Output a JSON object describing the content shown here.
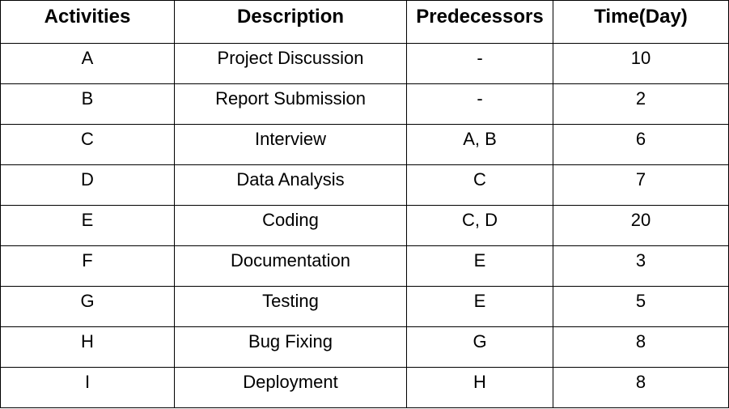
{
  "table": {
    "headers": [
      "Activities",
      "Description",
      "Predecessors",
      "Time(Day)"
    ],
    "rows": [
      [
        "A",
        "Project Discussion",
        "-",
        "10"
      ],
      [
        "B",
        "Report Submission",
        "-",
        "2"
      ],
      [
        "C",
        "Interview",
        "A, B",
        "6"
      ],
      [
        "D",
        "Data Analysis",
        "C",
        "7"
      ],
      [
        "E",
        "Coding",
        "C, D",
        "20"
      ],
      [
        "F",
        "Documentation",
        "E",
        "3"
      ],
      [
        "G",
        "Testing",
        "E",
        "5"
      ],
      [
        "H",
        "Bug Fixing",
        "G",
        "8"
      ],
      [
        "I",
        "Deployment",
        "H",
        "8"
      ]
    ]
  }
}
